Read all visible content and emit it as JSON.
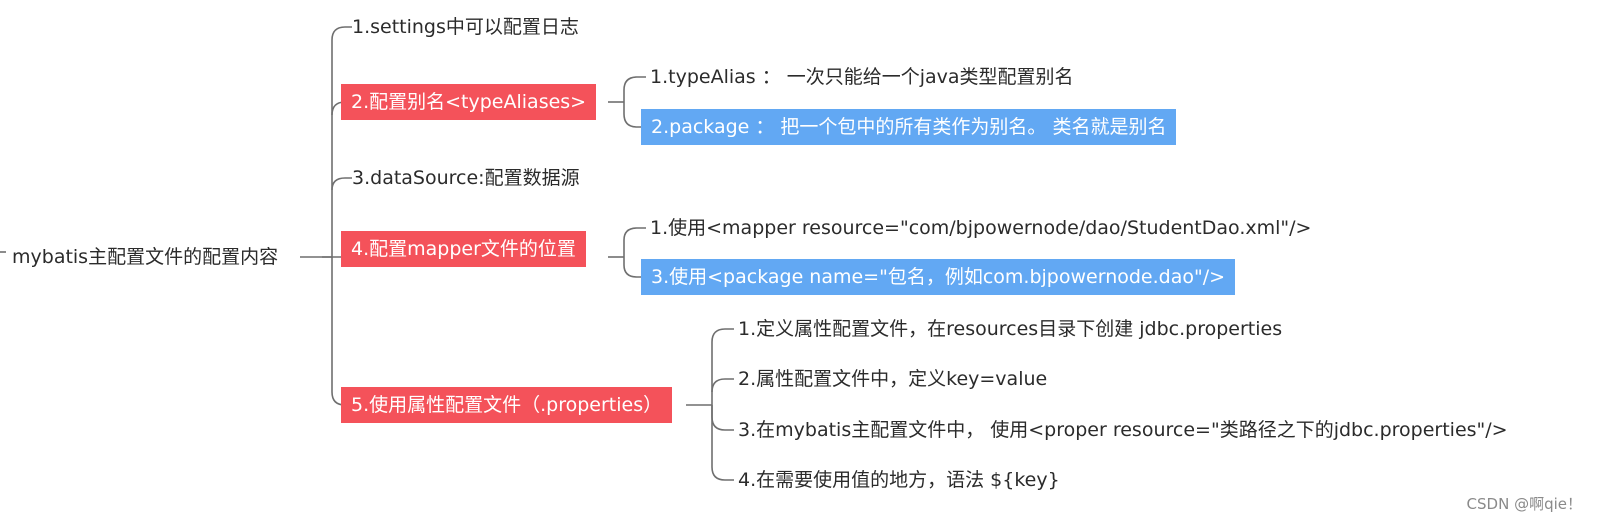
{
  "root": {
    "label": "mybatis主配置文件的配置内容"
  },
  "branches": [
    {
      "label": "1.settings中可以配置日志",
      "style": "plain"
    },
    {
      "label": "2.配置别名<typeAliases>",
      "style": "red",
      "children": [
        {
          "label": "1.typeAlias ： 一次只能给一个java类型配置别名",
          "style": "plain"
        },
        {
          "label": "2.package ： 把一个包中的所有类作为别名。 类名就是别名",
          "style": "blue"
        }
      ]
    },
    {
      "label": "3.dataSource:配置数据源",
      "style": "plain"
    },
    {
      "label": "4.配置mapper文件的位置",
      "style": "red",
      "children": [
        {
          "label": "1.使用<mapper resource=\"com/bjpowernode/dao/StudentDao.xml\"/>",
          "style": "plain"
        },
        {
          "label": "3.使用<package name=\"包名，例如com.bjpowernode.dao\"/>",
          "style": "blue"
        }
      ]
    },
    {
      "label": "5.使用属性配置文件（.properties）",
      "style": "red",
      "children": [
        {
          "label": "1.定义属性配置文件，在resources目录下创建 jdbc.properties",
          "style": "plain"
        },
        {
          "label": "2.属性配置文件中，定义key=value",
          "style": "plain"
        },
        {
          "label": "3.在mybatis主配置文件中， 使用<proper resource=\"类路径之下的jdbc.properties\"/>",
          "style": "plain"
        },
        {
          "label": "4.在需要使用值的地方，语法 ${key}",
          "style": "plain"
        }
      ]
    }
  ],
  "watermark": "CSDN @啊qie！",
  "colors": {
    "branch_red": "#f4525a",
    "leaf_blue": "#62a8f3",
    "line": "#6f6f6f"
  }
}
